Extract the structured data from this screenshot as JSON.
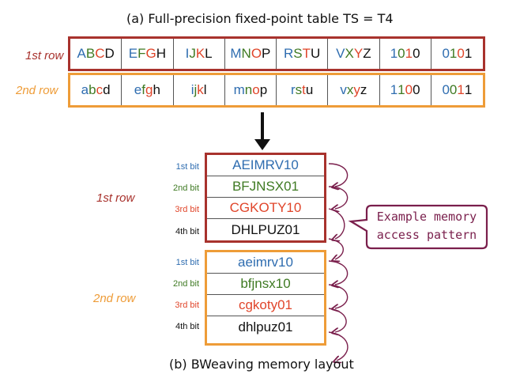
{
  "colors": {
    "row1": "#a8322d",
    "row2": "#ee9c38",
    "bit1": "#2f6db0",
    "bit2": "#3f7a23",
    "bit3": "#e0452a",
    "bit4": "#111111",
    "callout": "#7a1f4c"
  },
  "top_title": "(a) Full-precision fixed-point table TS = T4",
  "bottom_title": "(b) BWeaving memory layout",
  "row_labels": {
    "row1": "1st row",
    "row2": "2nd row"
  },
  "table": {
    "row1": [
      [
        "A",
        "B",
        "C",
        "D"
      ],
      [
        "E",
        "F",
        "G",
        "H"
      ],
      [
        "I",
        "J",
        "K",
        "L"
      ],
      [
        "M",
        "N",
        "O",
        "P"
      ],
      [
        "R",
        "S",
        "T",
        "U"
      ],
      [
        "V",
        "X",
        "Y",
        "Z"
      ],
      [
        "1",
        "0",
        "1",
        "0"
      ],
      [
        "0",
        "1",
        "0",
        "1"
      ]
    ],
    "row2": [
      [
        "a",
        "b",
        "c",
        "d"
      ],
      [
        "e",
        "f",
        "g",
        "h"
      ],
      [
        "i",
        "j",
        "k",
        "l"
      ],
      [
        "m",
        "n",
        "o",
        "p"
      ],
      [
        "r",
        "s",
        "t",
        "u"
      ],
      [
        "v",
        "x",
        "y",
        "z"
      ],
      [
        "1",
        "1",
        "0",
        "0"
      ],
      [
        "0",
        "0",
        "1",
        "1"
      ]
    ]
  },
  "bit_labels": [
    "1st bit",
    "2nd bit",
    "3rd bit",
    "4th bit"
  ],
  "layout_row1": [
    "AEIMRV10",
    "BFJNSX01",
    "CGKOTY10",
    "DHLPUZ01"
  ],
  "layout_row2": [
    "aeimrv10",
    "bfjnsx10",
    "cgkoty01",
    "dhlpuz01"
  ],
  "callout": {
    "line1": "Example memory",
    "line2": "access pattern"
  }
}
